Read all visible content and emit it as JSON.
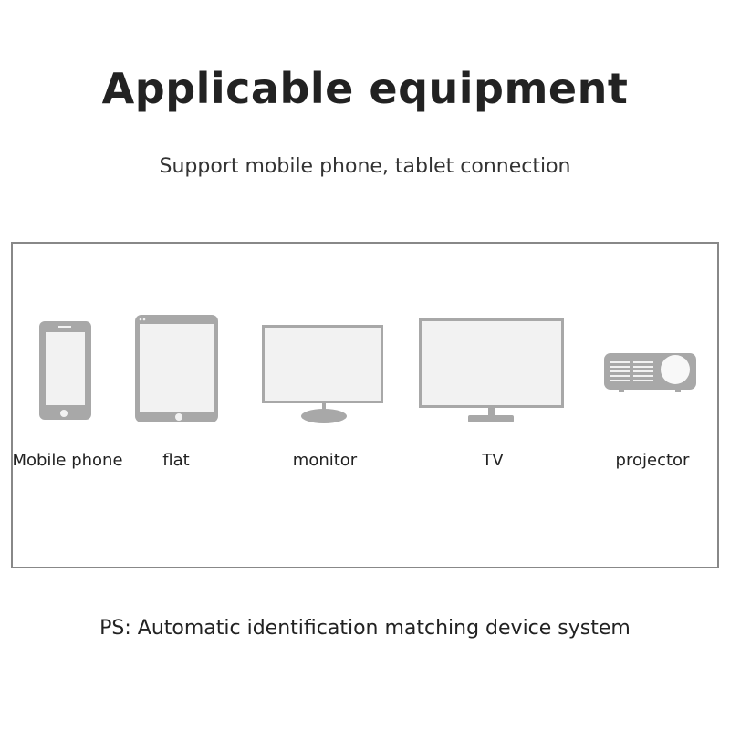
{
  "header": {
    "title": "Applicable equipment",
    "subtitle": "Support mobile phone, tablet connection"
  },
  "devices": [
    {
      "label": "Mobile phone",
      "icon": "mobile-phone-icon"
    },
    {
      "label": "flat",
      "icon": "tablet-icon"
    },
    {
      "label": "monitor",
      "icon": "monitor-icon"
    },
    {
      "label": "TV",
      "icon": "tv-icon"
    },
    {
      "label": "projector",
      "icon": "projector-icon"
    }
  ],
  "footer": {
    "note": "PS: Automatic identification matching device system"
  },
  "colors": {
    "icon": "#a8a8a8",
    "screen": "#f2f2f2",
    "border": "#888888"
  }
}
